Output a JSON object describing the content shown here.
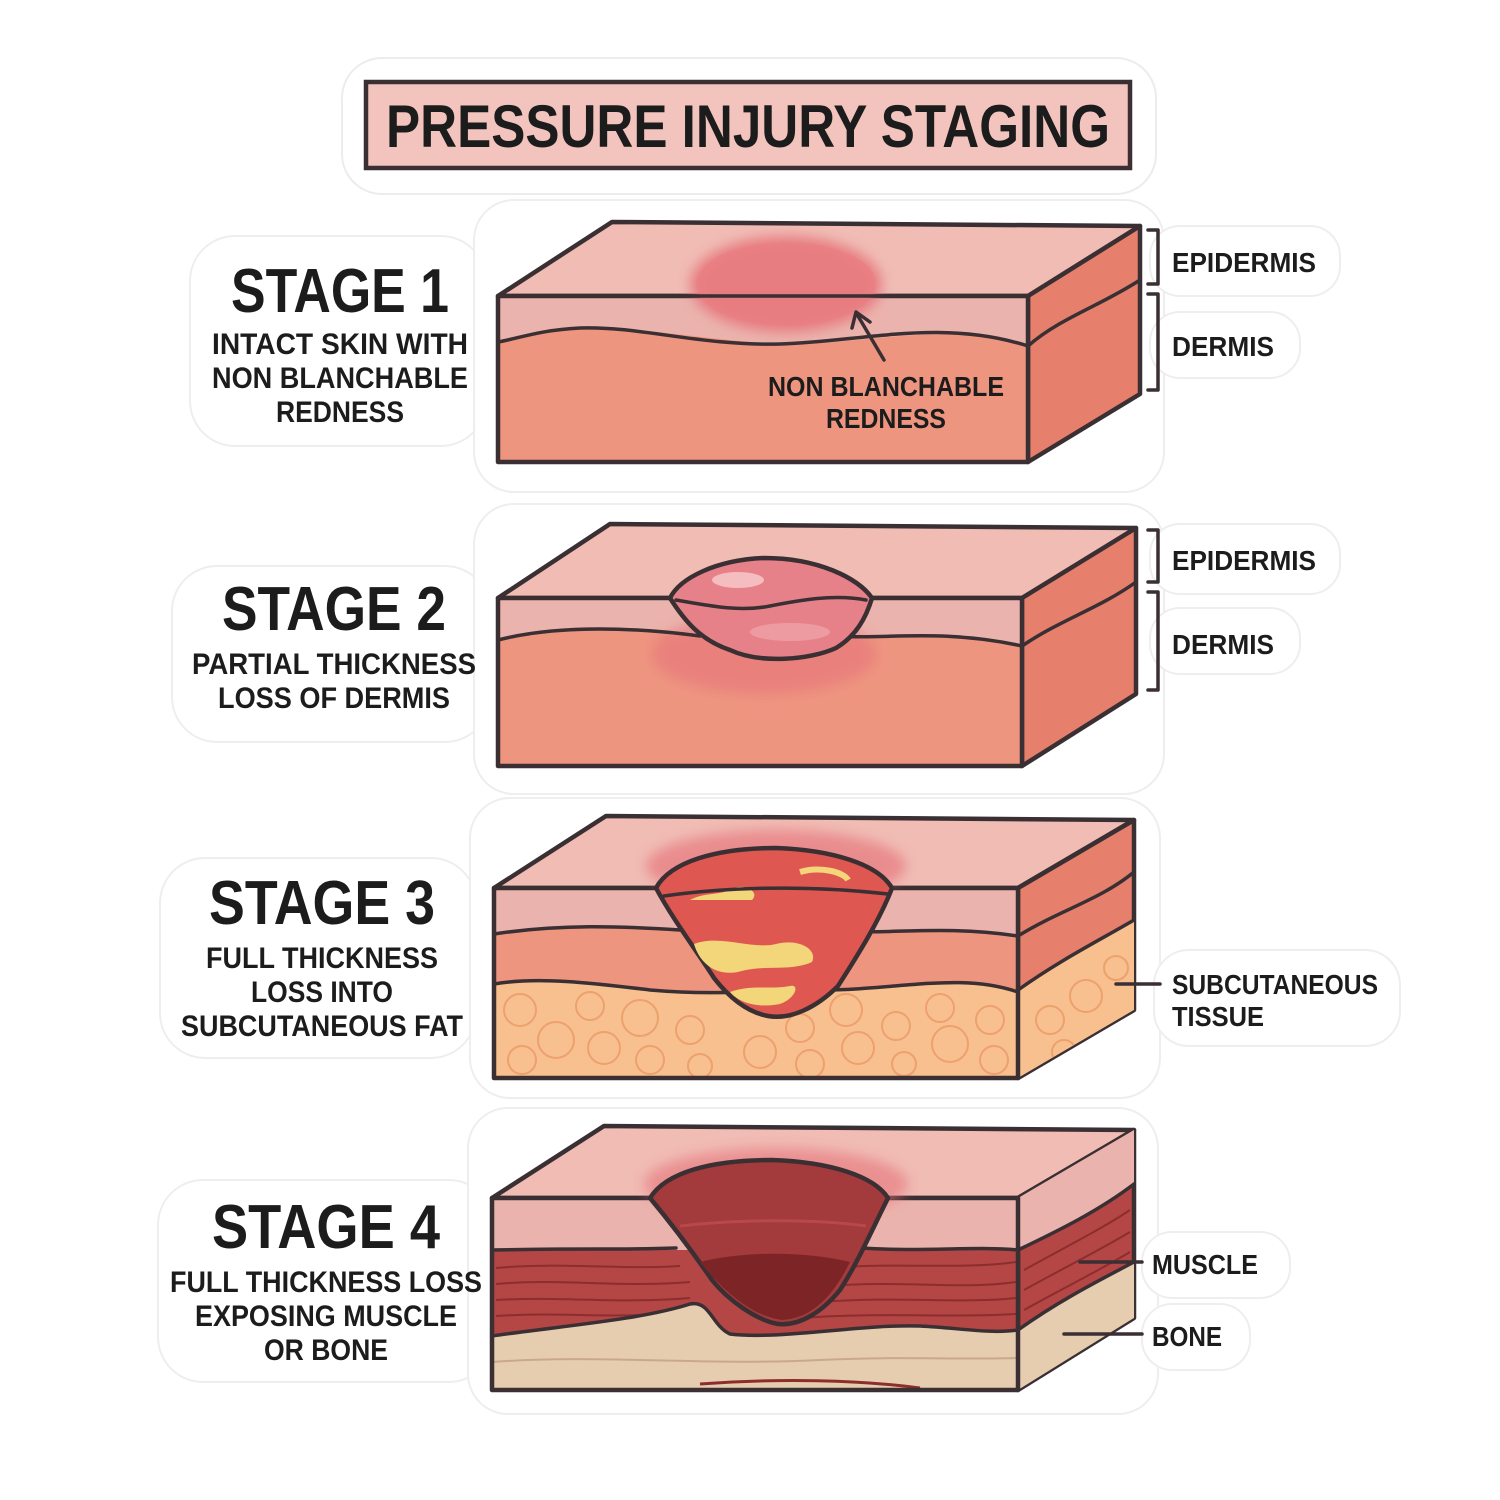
{
  "title": "PRESSURE INJURY STAGING",
  "colors": {
    "outline": "#3a2f33",
    "epidermis": "#ebb3ad",
    "top_surface": "#f0bcb4",
    "dermis": "#ee9580",
    "dermis_side": "#e6806c",
    "redness": "#e6737a",
    "fat": "#f7c08e",
    "muscle": "#b44646",
    "bone": "#e6cdb0",
    "title_fill": "#f3c4bd"
  },
  "stages": [
    {
      "heading": "STAGE 1",
      "description": [
        "INTACT SKIN WITH",
        "NON BLANCHABLE",
        "REDNESS"
      ],
      "callout": [
        "NON BLANCHABLE",
        "REDNESS"
      ],
      "layers": [
        "EPIDERMIS",
        "DERMIS"
      ]
    },
    {
      "heading": "STAGE 2",
      "description": [
        "PARTIAL THICKNESS",
        "LOSS OF DERMIS"
      ],
      "layers": [
        "EPIDERMIS",
        "DERMIS"
      ]
    },
    {
      "heading": "STAGE 3",
      "description": [
        "FULL THICKNESS",
        "LOSS INTO",
        "SUBCUTANEOUS FAT"
      ],
      "layers": [
        [
          "SUBCUTANEOUS",
          "TISSUE"
        ]
      ]
    },
    {
      "heading": "STAGE 4",
      "description": [
        "FULL THICKNESS LOSS",
        "EXPOSING MUSCLE",
        "OR BONE"
      ],
      "layers": [
        "MUSCLE",
        "BONE"
      ]
    }
  ]
}
